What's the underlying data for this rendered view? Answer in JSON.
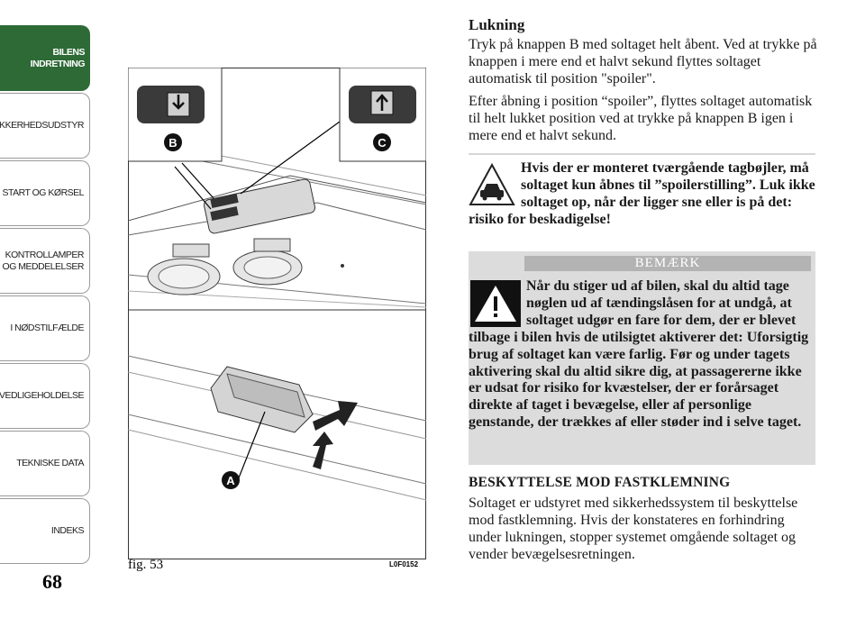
{
  "sidebar": {
    "tabs": [
      {
        "label": "BILENS INDRETNING"
      },
      {
        "label": "SIKKERHEDSUDSTYR"
      },
      {
        "label": "START OG KØRSEL"
      },
      {
        "label": "KONTROLLAMPER OG MEDDELELSER"
      },
      {
        "label": "I NØDSTILFÆLDE"
      },
      {
        "label": "VEDLIGEHOLDELSE"
      },
      {
        "label": "TEKNISKE DATA"
      },
      {
        "label": "INDEKS"
      }
    ]
  },
  "page_number": "68",
  "figure": {
    "caption": "fig. 53",
    "code": "L0F0152",
    "labels": {
      "b": "B",
      "c": "C",
      "a": "A"
    }
  },
  "content": {
    "heading": "Lukning",
    "para1": "Tryk på knappen B med soltaget helt åbent. Ved at trykke på knappen i mere end et halvt sekund flyttes soltaget automatisk til position \"spoiler\".",
    "para2": "Efter åbning i position “spoiler”, flyttes soltaget automatisk til helt lukket position ved at trykke på knappen B igen i mere end et halvt sekund.",
    "warning_text": "Hvis der er monteret tværgående tagbøjler, må soltaget kun åbnes til ”spoilerstilling”. Luk ikke soltaget op, når der ligger sne eller is på det: risiko for beskadigelse!",
    "note_title": "BEMÆRK",
    "note_text": "Når du stiger ud af bilen, skal du altid tage nøglen ud af tændingslåsen for at undgå, at soltaget udgør en fare for dem, der er blevet tilbage i bilen hvis de utilsigtet aktiverer det: Uforsigtig brug af soltaget kan være farlig. Før og under tagets aktivering skal du altid sikre dig, at passagererne ikke er udsat for risiko for kvæstelser, der er forårsaget direkte af taget i bevægelse, eller af personlige genstande, der trækkes af eller støder ind i selve taget.",
    "subheading": "BESKYTTELSE MOD FASTKLEMNING",
    "para3": "Soltaget er udstyret med sikkerhedssystem til beskyttelse mod fastklemning. Hvis der konstateres en forhindring under lukningen, stopper systemet omgående soltaget og vender bevægelsesretningen."
  },
  "colors": {
    "active_tab": "#2d6a36",
    "note_background": "#dcdcdc",
    "note_title_bar": "#b3b3b3"
  }
}
